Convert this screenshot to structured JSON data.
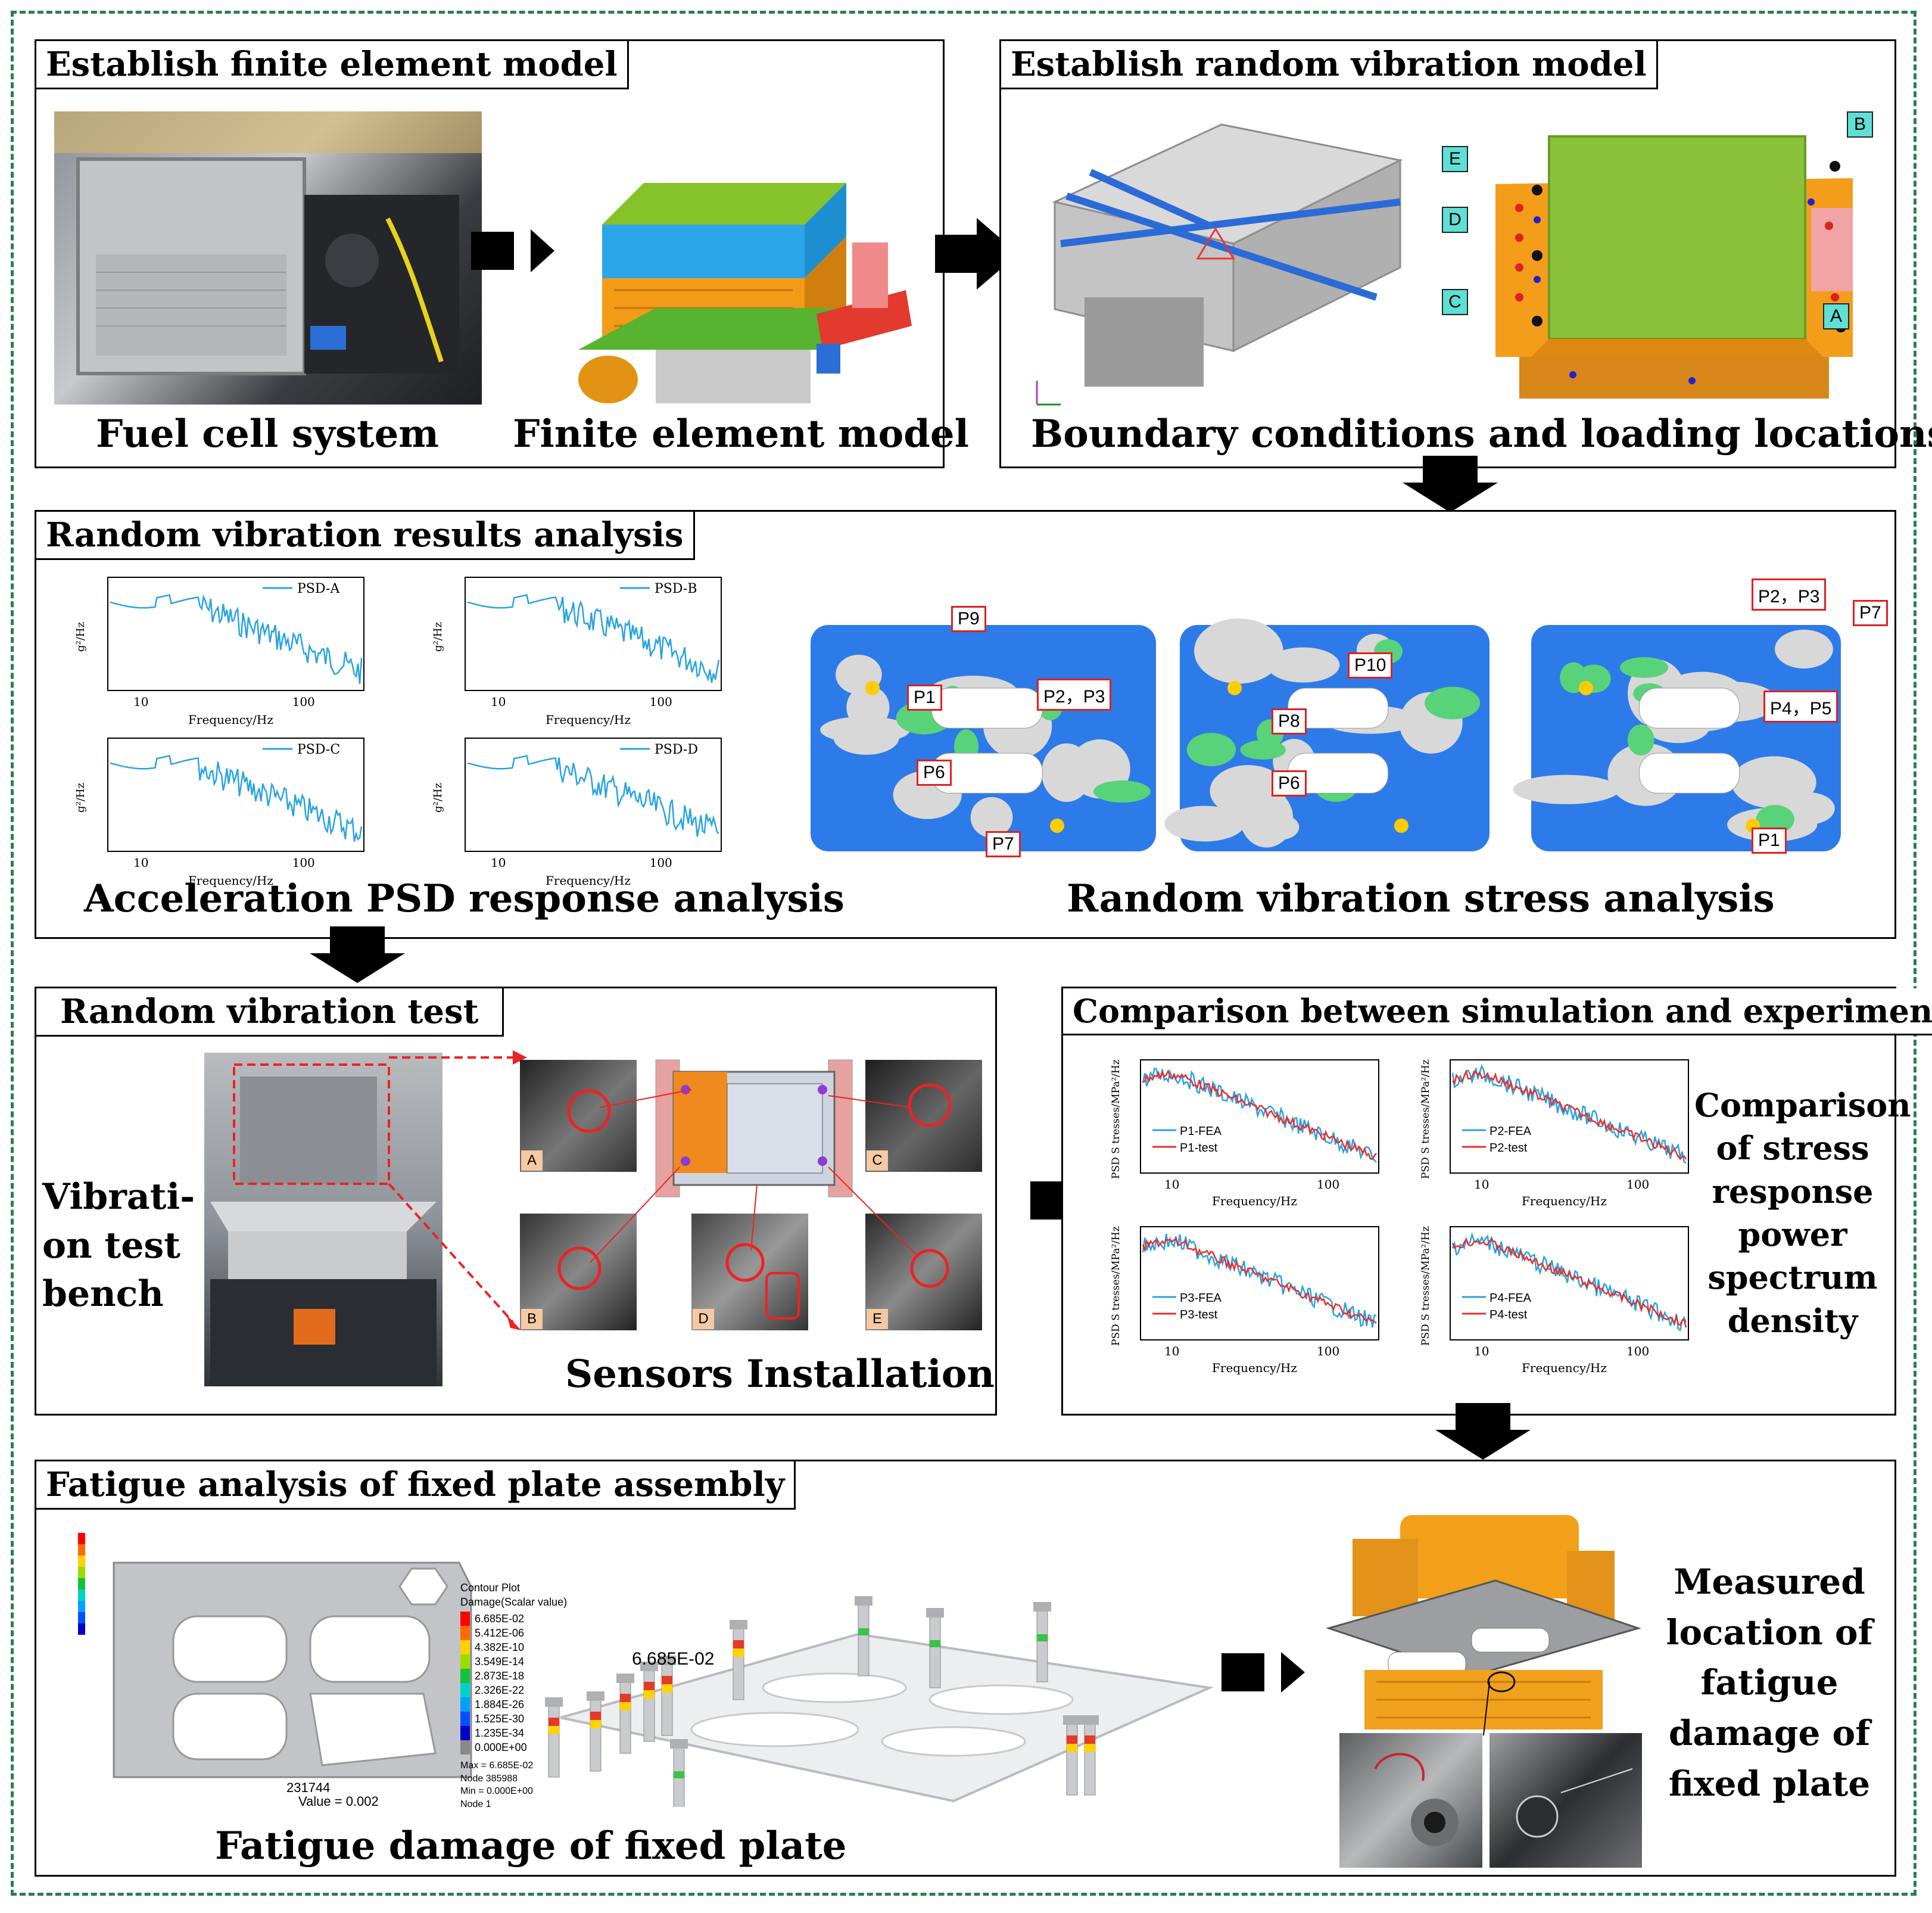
{
  "panels": {
    "fem": {
      "title": "Establish finite element model",
      "cap1": "Fuel cell system",
      "cap2": "Finite element model"
    },
    "rv_model": {
      "title": "Establish random vibration model",
      "cap": "Boundary conditions and loading locations",
      "tags": [
        "A",
        "B",
        "C",
        "D",
        "E"
      ]
    },
    "results": {
      "title": "Random vibration results analysis",
      "cap1": "Acceleration PSD response analysis",
      "cap2": "Random vibration stress analysis",
      "psd_legends": [
        "PSD-A",
        "PSD-B",
        "PSD-C",
        "PSD-D"
      ],
      "xlabel": "Frequency/Hz",
      "ylabel": "g²/Hz",
      "stress_labels": [
        "P9",
        "P1",
        "P2，P3",
        "P6",
        "P7",
        "P8",
        "P10",
        "P6",
        "P2，P3",
        "P7",
        "P4，P5",
        "P1"
      ]
    },
    "test": {
      "title": "Random vibration test",
      "bench": "Vibrati-\non test\nbench",
      "cap": "Sensors Installation",
      "sensor_tags": [
        "A",
        "B",
        "C",
        "D",
        "E"
      ]
    },
    "compare": {
      "title": "Comparison between simulation and experiment",
      "side": "Comparison\nof stress\nresponse\npower\nspectrum\ndensity",
      "xlabel": "Frequency/Hz",
      "ylabel": "PSD S tresses/MPa²/Hz",
      "legends": [
        [
          "P1-FEA",
          "P1-test"
        ],
        [
          "P2-FEA",
          "P2-test"
        ],
        [
          "P3-FEA",
          "P3-test"
        ],
        [
          "P4-FEA",
          "P4-test"
        ]
      ]
    },
    "fatigue": {
      "title": "Fatigue analysis of fixed plate assembly",
      "cap": "Fatigue damage of fixed plate",
      "side": "Measured\nlocation of\nfatigue\ndamage of\nfixed plate",
      "contour_title": "Contour Plot\nDamage(Scalar value)",
      "contour_values": [
        "6.685E-02",
        "5.412E-06",
        "4.382E-10",
        "3.549E-14",
        "2.873E-18",
        "2.326E-22",
        "1.884E-26",
        "1.525E-30",
        "1.235E-34",
        "0.000E+00"
      ],
      "max_label": "6.685E-02",
      "node_label": "231744",
      "value_label": "Value = 0.002",
      "stats": "Max = 6.685E-02\nNode 385988\nMin = 0.000E+00\nNode 1"
    }
  },
  "colors": {
    "frame": "#2e7d4f",
    "fea": "#29a3e0",
    "test": "#e53030",
    "orange": "#f29c1f",
    "green": "#8bc34a",
    "blue": "#29a8e6"
  }
}
